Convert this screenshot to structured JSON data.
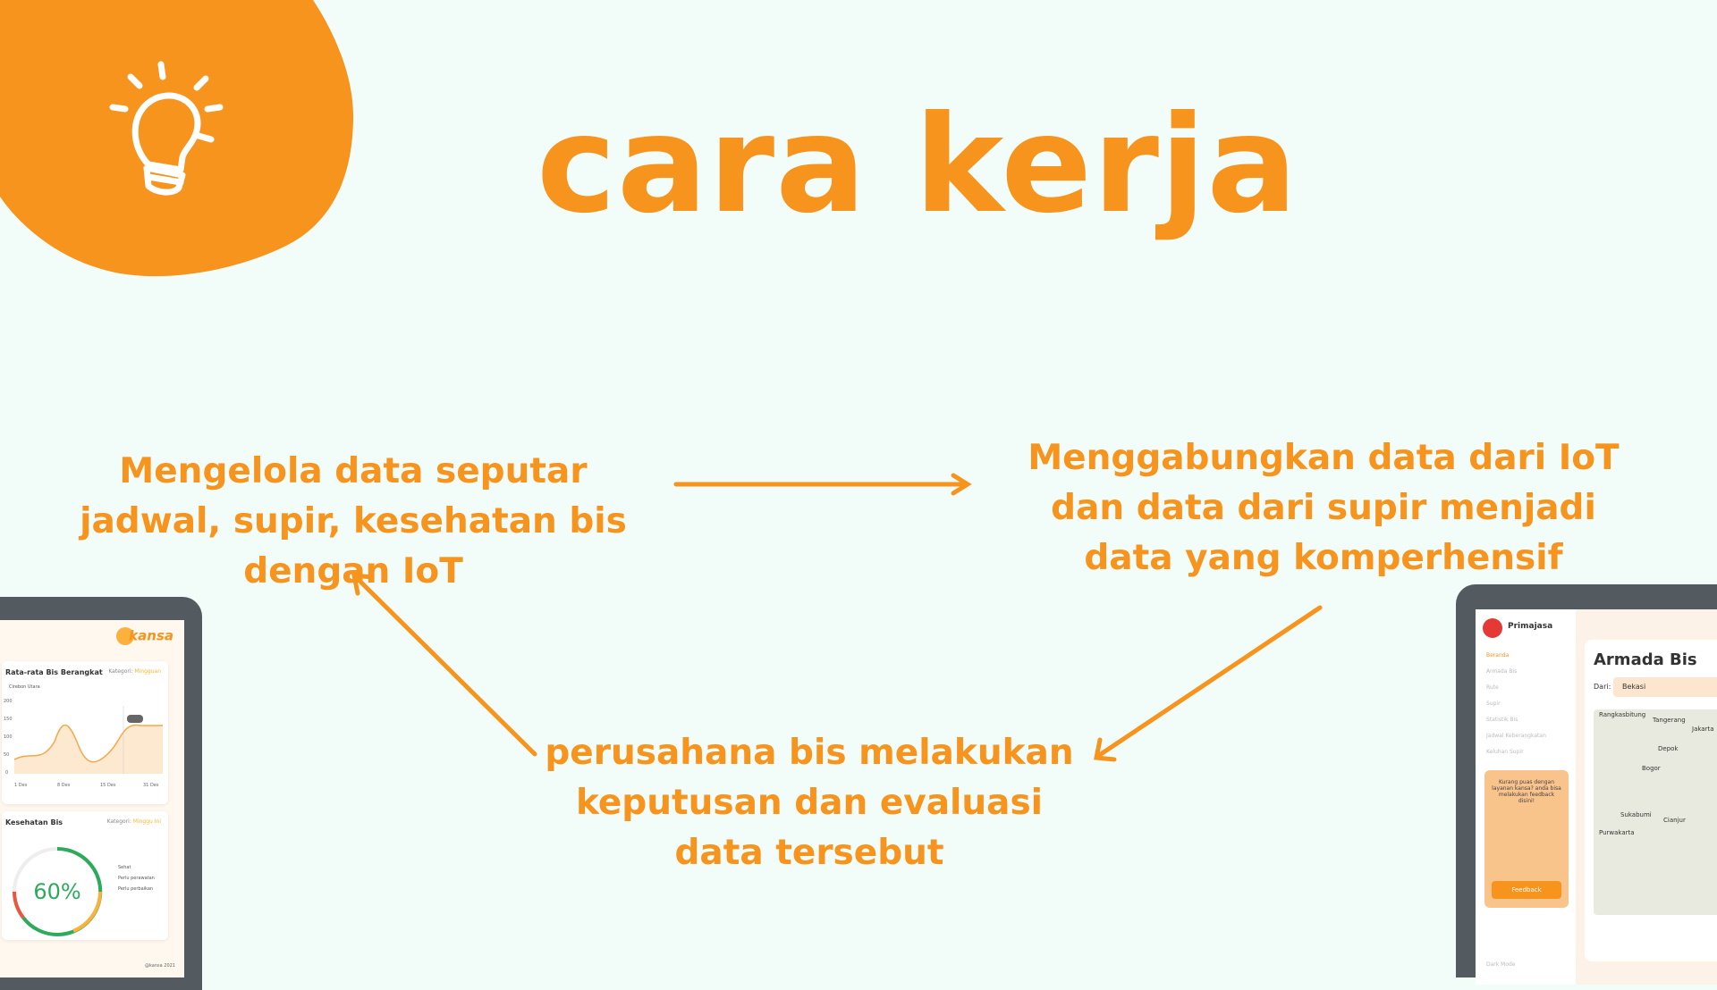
{
  "title": "cara kerja",
  "colors": {
    "accent": "#f7941d",
    "background": "#f2fdf9"
  },
  "icons": {
    "header": "lightbulb-icon"
  },
  "steps": {
    "step1": "Mengelola data seputar jadwal, supir, kesehatan bis dengan IoT",
    "step2": "Menggabungkan data dari IoT dan data dari supir menjadi data yang komperhensif",
    "step3": "perusahana bis melakukan keputusan dan evaluasi data tersebut"
  },
  "left_mockup": {
    "brand": "kansa",
    "chart_card": {
      "title": "Rata-rata Bis Berangkat",
      "category_label": "Kategori:",
      "category_value": "Mingguan",
      "legend": "Cirebon Utara",
      "y_ticks": [
        "200",
        "150",
        "100",
        "50",
        "0"
      ],
      "x_ticks": [
        "1 Des",
        "8 Des",
        "15 Des",
        "31 Des"
      ]
    },
    "health_card": {
      "title": "Kesehatan Bis",
      "category_label": "Kategori:",
      "category_value": "Minggu Ini",
      "value": "60%",
      "legend": [
        "Sehat",
        "Perlu perawatan",
        "Perlu perbaikan"
      ]
    },
    "footer": "@kansa 2021"
  },
  "right_mockup": {
    "brand": "Primajasa",
    "menu": [
      "Beranda",
      "Armada Bis",
      "Rute",
      "Supir",
      "Statistik Bis",
      "Jadwal Keberangkatan",
      "Keluhan Supir"
    ],
    "promo_text": "Kurang puas dengan layanan kansa? anda bisa melakukan feedback disini!",
    "feedback_label": "Feedback",
    "heading": "Armada Bis",
    "from_label": "Dari:",
    "from_value": "Bekasi",
    "map_places": [
      "Tangerang",
      "Jakarta",
      "Depok",
      "Bogor",
      "Sukabumi",
      "Cianjur",
      "Purwakarta",
      "Rangkasbitung"
    ],
    "dark_mode": "Dark Mode"
  }
}
